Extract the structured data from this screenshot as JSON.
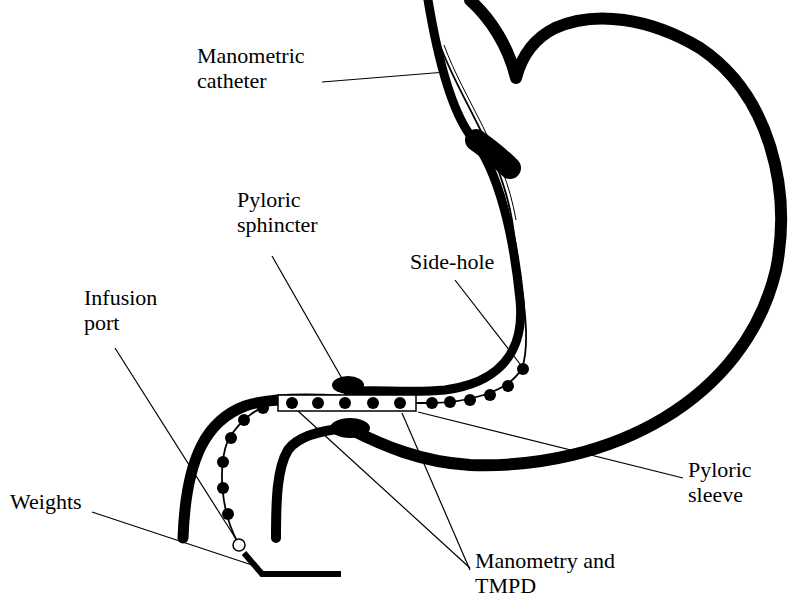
{
  "diagram": {
    "labels": [
      "Manometric catheter",
      "Pyloric sphincter",
      "Side-hole",
      "Infusion port",
      "Pyloric sleeve",
      "Weights",
      "Manometry and TMPD"
    ]
  }
}
